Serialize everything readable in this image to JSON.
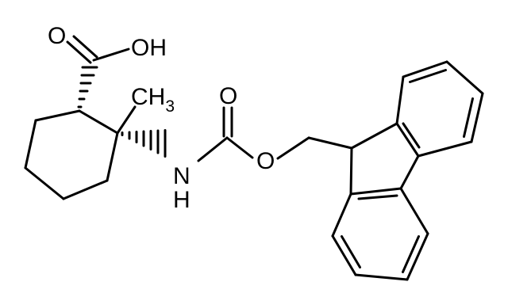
{
  "molecule": {
    "atom_labels": {
      "carbonyl_oxygen_acid": "O",
      "hydroxyl": "OH",
      "methyl_main": "CH",
      "methyl_subscript": "3",
      "carbamate_oxygen_double": "O",
      "amine_n": "N",
      "amine_h": "H",
      "ester_oxygen": "O"
    },
    "colors": {
      "bond": "#000000",
      "background": "#ffffff"
    }
  }
}
